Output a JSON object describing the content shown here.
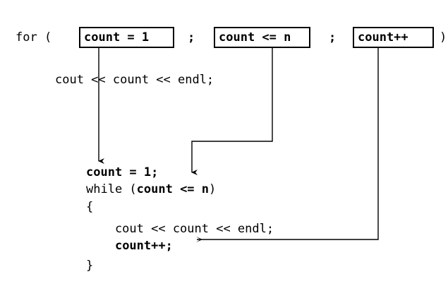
{
  "diagram": {
    "title": "for-loop to while-loop equivalence",
    "stroke_color": "#000000",
    "background_color": "#ffffff",
    "for_header": {
      "keyword": "for (",
      "close_paren": ")",
      "separator1": ";",
      "separator2": ";",
      "boxes": [
        {
          "id": "init",
          "text": "count = 1"
        },
        {
          "id": "condition",
          "text": "count <= n"
        },
        {
          "id": "update",
          "text": "count++"
        }
      ]
    },
    "for_body": {
      "statement": "cout << count << endl;"
    },
    "while_block": {
      "lines": [
        {
          "id": "init-statement",
          "bold": "count = 1;",
          "regular_prefix": "",
          "regular_suffix": ""
        },
        {
          "id": "while-header",
          "regular_prefix": "while (",
          "bold": "count <= n",
          "regular_suffix": ")"
        },
        {
          "id": "open-brace",
          "regular_prefix": "{",
          "bold": "",
          "regular_suffix": ""
        },
        {
          "id": "cout-statement",
          "regular_prefix": "    cout << count << endl;",
          "bold": "",
          "regular_suffix": ""
        },
        {
          "id": "increment-statement",
          "regular_prefix": "    ",
          "bold": "count++;",
          "regular_suffix": ""
        },
        {
          "id": "close-brace",
          "regular_prefix": "}",
          "bold": "",
          "regular_suffix": ""
        }
      ]
    },
    "arrows": [
      {
        "id": "init-arrow",
        "from": "init-box",
        "to": "init-statement",
        "direction": "down"
      },
      {
        "id": "condition-arrow",
        "from": "condition-box",
        "to": "while-header",
        "direction": "down-left"
      },
      {
        "id": "update-arrow",
        "from": "update-box",
        "to": "increment-statement",
        "direction": "down-left"
      }
    ]
  }
}
